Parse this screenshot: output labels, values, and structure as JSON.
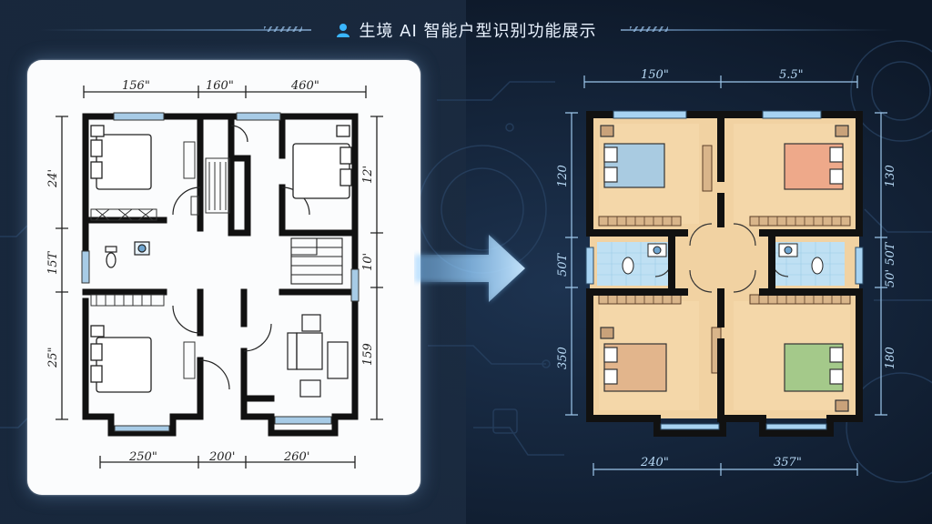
{
  "header": {
    "title": "生境 AI 智能户型识别功能展示",
    "icon": "user-avatar-icon",
    "accent": "#3ab6ff"
  },
  "left_plan": {
    "label": "hand-drawn sketch",
    "top_dims": [
      "156\"",
      "160\"",
      "460\""
    ],
    "bottom_dims": [
      "250\"",
      "200'",
      "260'"
    ],
    "left_dims": [
      "24'",
      "15T",
      "25\""
    ],
    "right_dims": [
      "12'",
      "10'",
      "159"
    ]
  },
  "right_plan": {
    "label": "recognized color plan",
    "top_dims": [
      "150\"",
      "5.5\""
    ],
    "bottom_dims": [
      "240\"",
      "357\""
    ],
    "left_dims": [
      "120",
      "50T",
      "350"
    ],
    "right_dims": [
      "130",
      "50' 50T",
      "180"
    ],
    "room_colors": {
      "floor": "#f1d2a2",
      "bedroom_blue": "#a9cbe1",
      "bedroom_salmon": "#eea98a",
      "bedroom_tan": "#e2b58c",
      "bedroom_green": "#a4c98a",
      "bath": "#bfe0f3",
      "wall": "#111111"
    }
  },
  "arrow": {
    "icon": "right-arrow-icon",
    "color": "#9fd4ff"
  }
}
